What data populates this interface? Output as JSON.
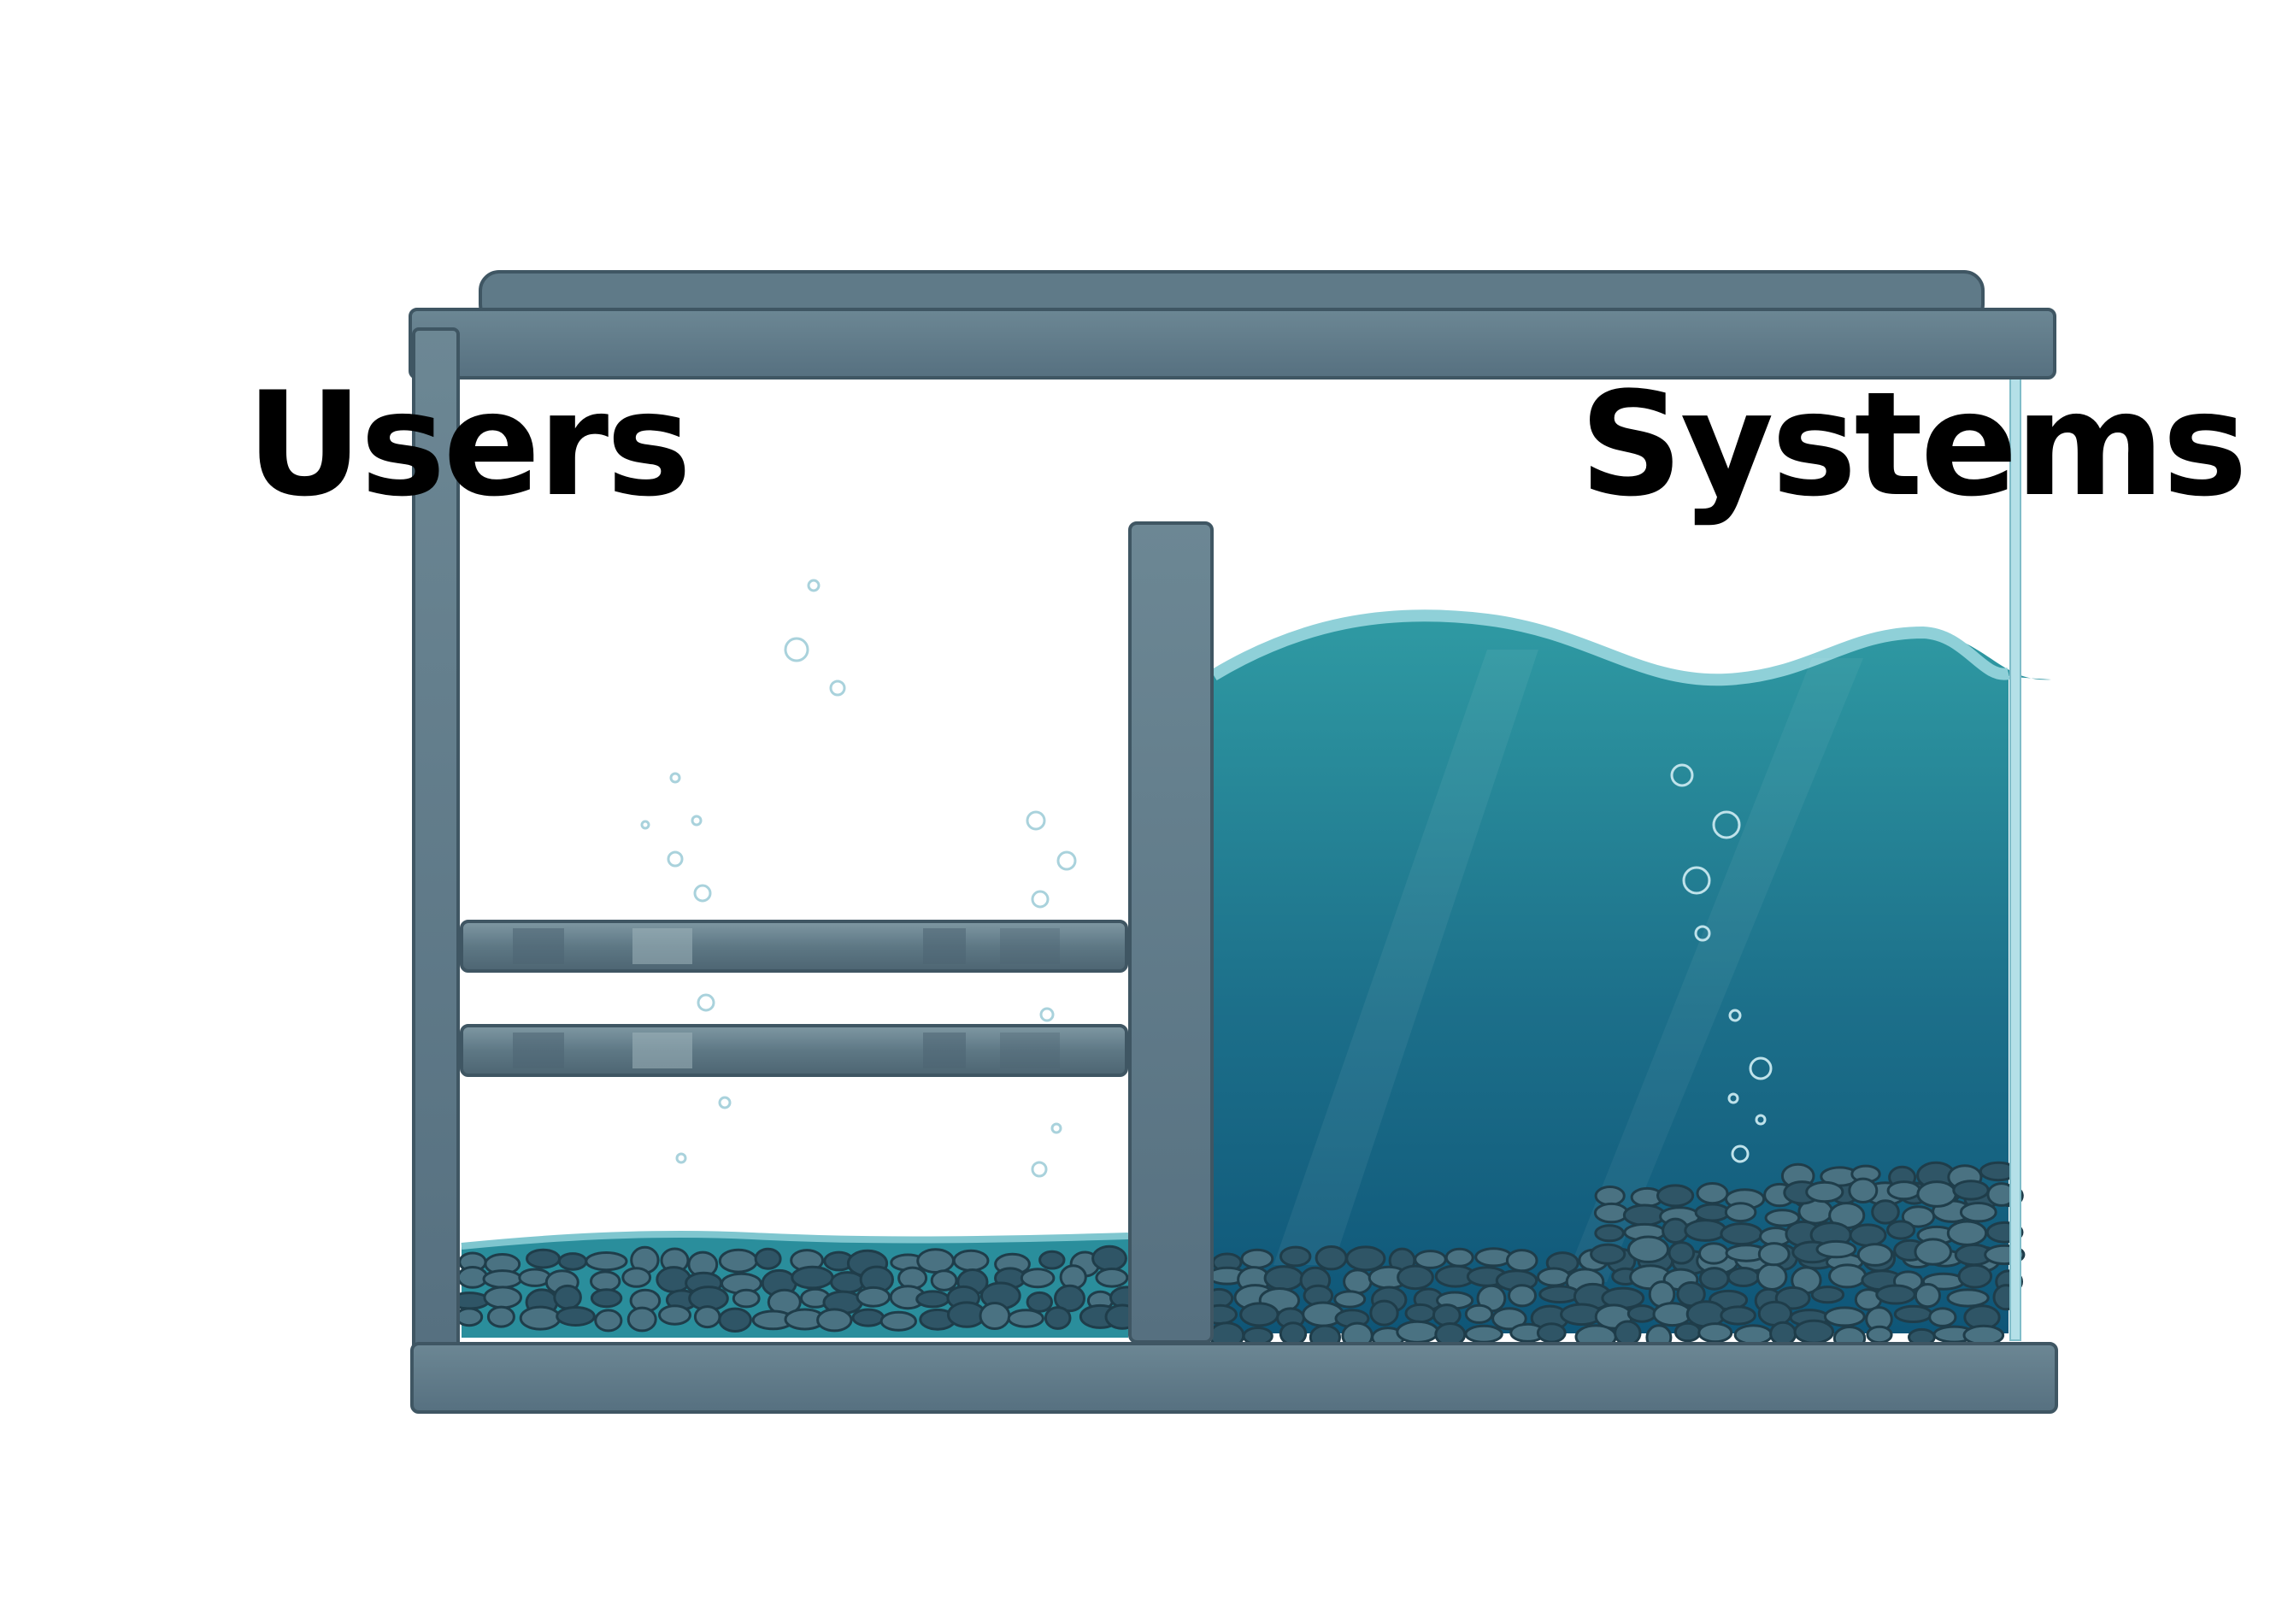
{
  "labels": {
    "left": "Users",
    "right": "Systems"
  },
  "levels": {
    "left_compartment_fill_fraction": 0.1,
    "right_compartment_fill_fraction": 0.75
  },
  "colors": {
    "frame": "#5f7a88",
    "frame_dark": "#3f5663",
    "water_top": "#2f9aa3",
    "water_bottom": "#0f5678",
    "water_surface": "#8fd0d8",
    "glass_edge": "#9fd3dd",
    "pebble": "#2f5566",
    "pebble_light": "#4a7282",
    "text": "#000000",
    "background": "#ffffff"
  }
}
